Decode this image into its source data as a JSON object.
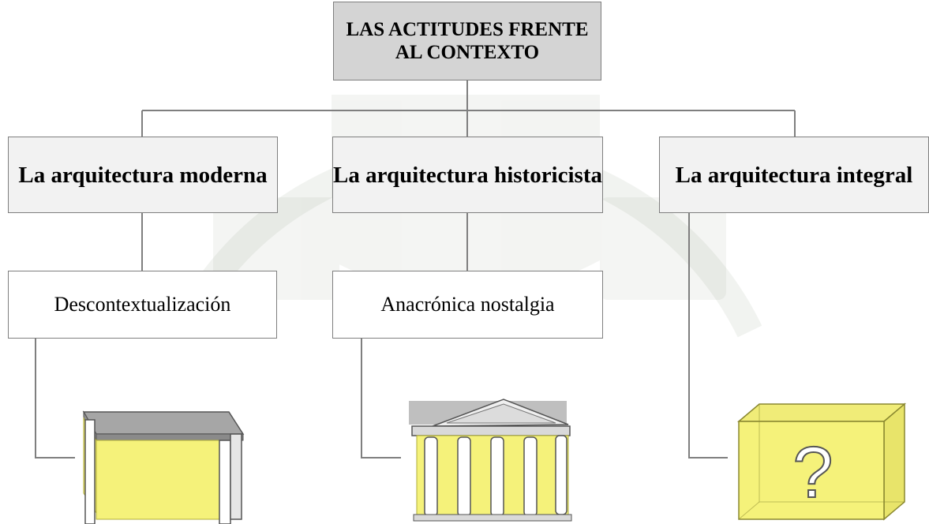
{
  "root": {
    "title": "LAS ACTITUDES FRENTE AL CONTEXTO"
  },
  "categories": [
    {
      "label": "La arquitectura moderna",
      "subtitle": "Descontextualización",
      "illustration": "open-frame-box-icon"
    },
    {
      "label": "La arquitectura historicista",
      "subtitle": "Anacrónica nostalgia",
      "illustration": "classical-temple-icon"
    },
    {
      "label": "La arquitectura integral",
      "subtitle": "",
      "illustration": "question-box-icon",
      "glyph": "?"
    }
  ],
  "colors": {
    "box_border": "#7f7f7f",
    "root_fill": "#d4d4d4",
    "category_fill": "#f2f2f2",
    "connector": "#7f7f7f",
    "volume_yellow": "#f5f27a",
    "roof_grey": "#a6a6a6"
  }
}
